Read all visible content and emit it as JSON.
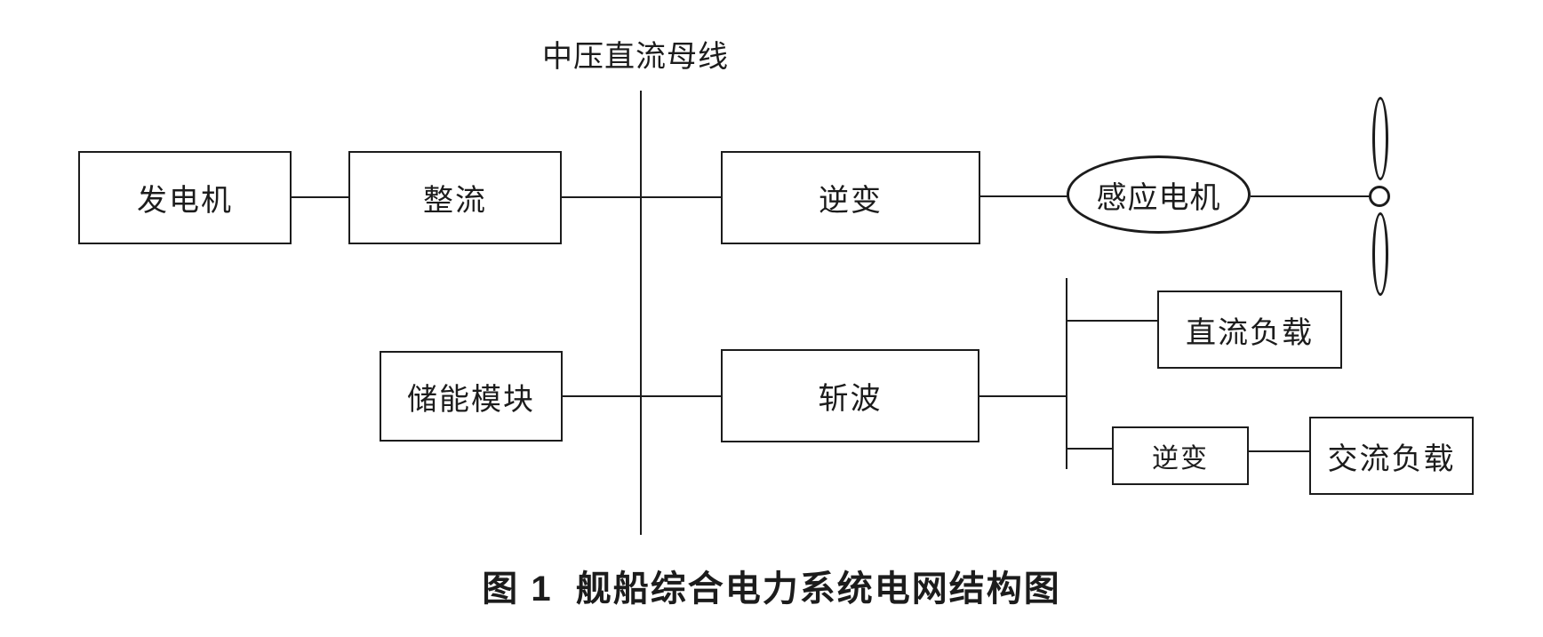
{
  "diagram": {
    "bus_label": "中压直流母线",
    "caption": "图 1  舰船综合电力系统电网结构图",
    "nodes": {
      "generator": "发电机",
      "rectifier": "整流",
      "inverter_main": "逆变",
      "induction_motor": "感应电机",
      "energy_storage": "储能模块",
      "chopper": "斩波",
      "dc_load": "直流负载",
      "inverter_small": "逆变",
      "ac_load": "交流负载"
    },
    "colors": {
      "line": "#1c1c1c",
      "background": "#ffffff",
      "text": "#1c1c1c"
    }
  }
}
